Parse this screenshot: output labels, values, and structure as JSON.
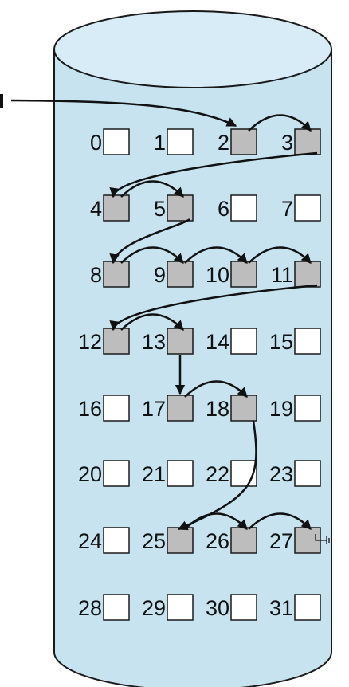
{
  "disk": {
    "body_color": "#c6e3ef",
    "top_color": "#d7ecf6",
    "outline_color": "#1a1a1a"
  },
  "blocks": [
    {
      "label": "0",
      "used": false
    },
    {
      "label": "1",
      "used": false
    },
    {
      "label": "2",
      "used": true
    },
    {
      "label": "3",
      "used": true
    },
    {
      "label": "4",
      "used": true
    },
    {
      "label": "5",
      "used": true
    },
    {
      "label": "6",
      "used": false
    },
    {
      "label": "7",
      "used": false
    },
    {
      "label": "8",
      "used": true
    },
    {
      "label": "9",
      "used": true
    },
    {
      "label": "10",
      "used": true
    },
    {
      "label": "11",
      "used": true
    },
    {
      "label": "12",
      "used": true
    },
    {
      "label": "13",
      "used": true
    },
    {
      "label": "14",
      "used": false
    },
    {
      "label": "15",
      "used": false
    },
    {
      "label": "16",
      "used": false
    },
    {
      "label": "17",
      "used": true
    },
    {
      "label": "18",
      "used": true
    },
    {
      "label": "19",
      "used": false
    },
    {
      "label": "20",
      "used": false
    },
    {
      "label": "21",
      "used": false
    },
    {
      "label": "22",
      "used": false
    },
    {
      "label": "23",
      "used": false
    },
    {
      "label": "24",
      "used": false
    },
    {
      "label": "25",
      "used": true
    },
    {
      "label": "26",
      "used": true
    },
    {
      "label": "27",
      "used": true
    },
    {
      "label": "28",
      "used": false
    },
    {
      "label": "29",
      "used": false
    },
    {
      "label": "30",
      "used": false
    },
    {
      "label": "31",
      "used": false
    }
  ],
  "chain": [
    2,
    3,
    4,
    5,
    8,
    9,
    10,
    11,
    12,
    13,
    17,
    18,
    25,
    26,
    27
  ],
  "chain_end": 27,
  "colors": {
    "used_block": "#bdbdbd",
    "free_block": "#ffffff",
    "arrow": "#111111"
  }
}
